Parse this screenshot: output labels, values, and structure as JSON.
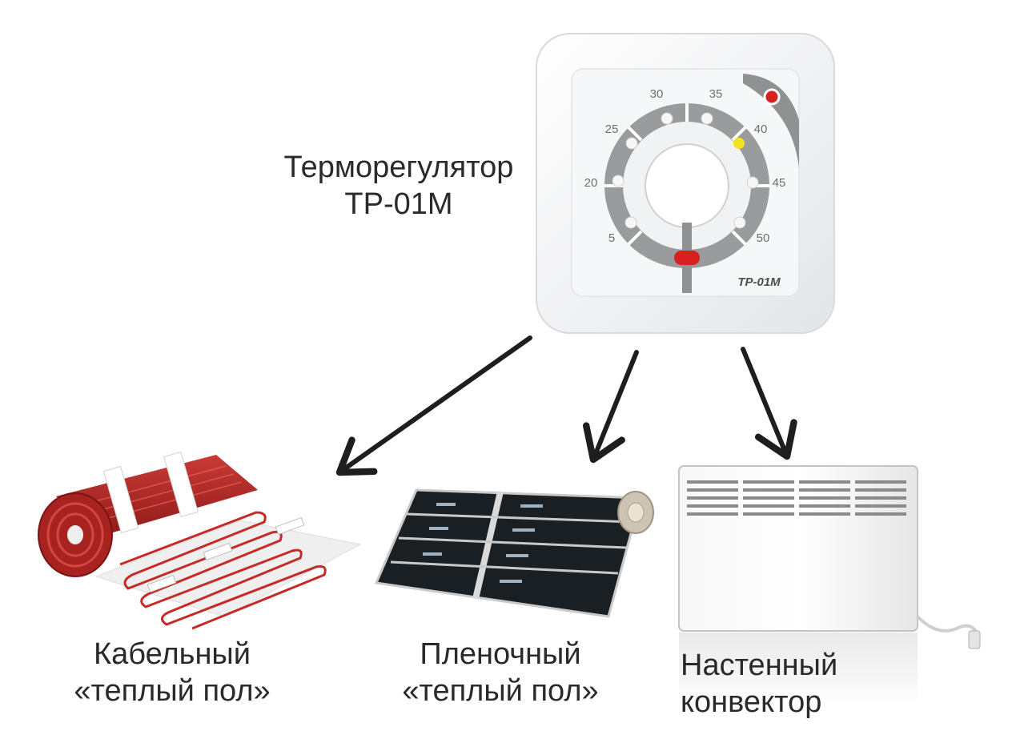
{
  "thermostat": {
    "title_line1": "Терморегулятор",
    "title_line2": "ТР-01М",
    "model_badge": "TP-01M",
    "scale_labels": [
      "5",
      "20",
      "25",
      "30",
      "35",
      "40",
      "45",
      "50"
    ],
    "colors": {
      "body": "#f2f3f5",
      "ring": "#9a9b9d",
      "indicator_red": "#d8201f",
      "indicator_yellow": "#f3e21f",
      "led": "#f7f7f7"
    }
  },
  "devices": [
    {
      "line1": "Кабельный",
      "line2": "«теплый пол»",
      "icon": "heating-cable-mat-icon"
    },
    {
      "line1": "Пленочный",
      "line2": "«теплый пол»",
      "icon": "infrared-film-roll-icon"
    },
    {
      "line1": "Настенный",
      "line2": "конвектор",
      "icon": "wall-convector-icon"
    }
  ],
  "arrow_color": "#1e1e1e"
}
